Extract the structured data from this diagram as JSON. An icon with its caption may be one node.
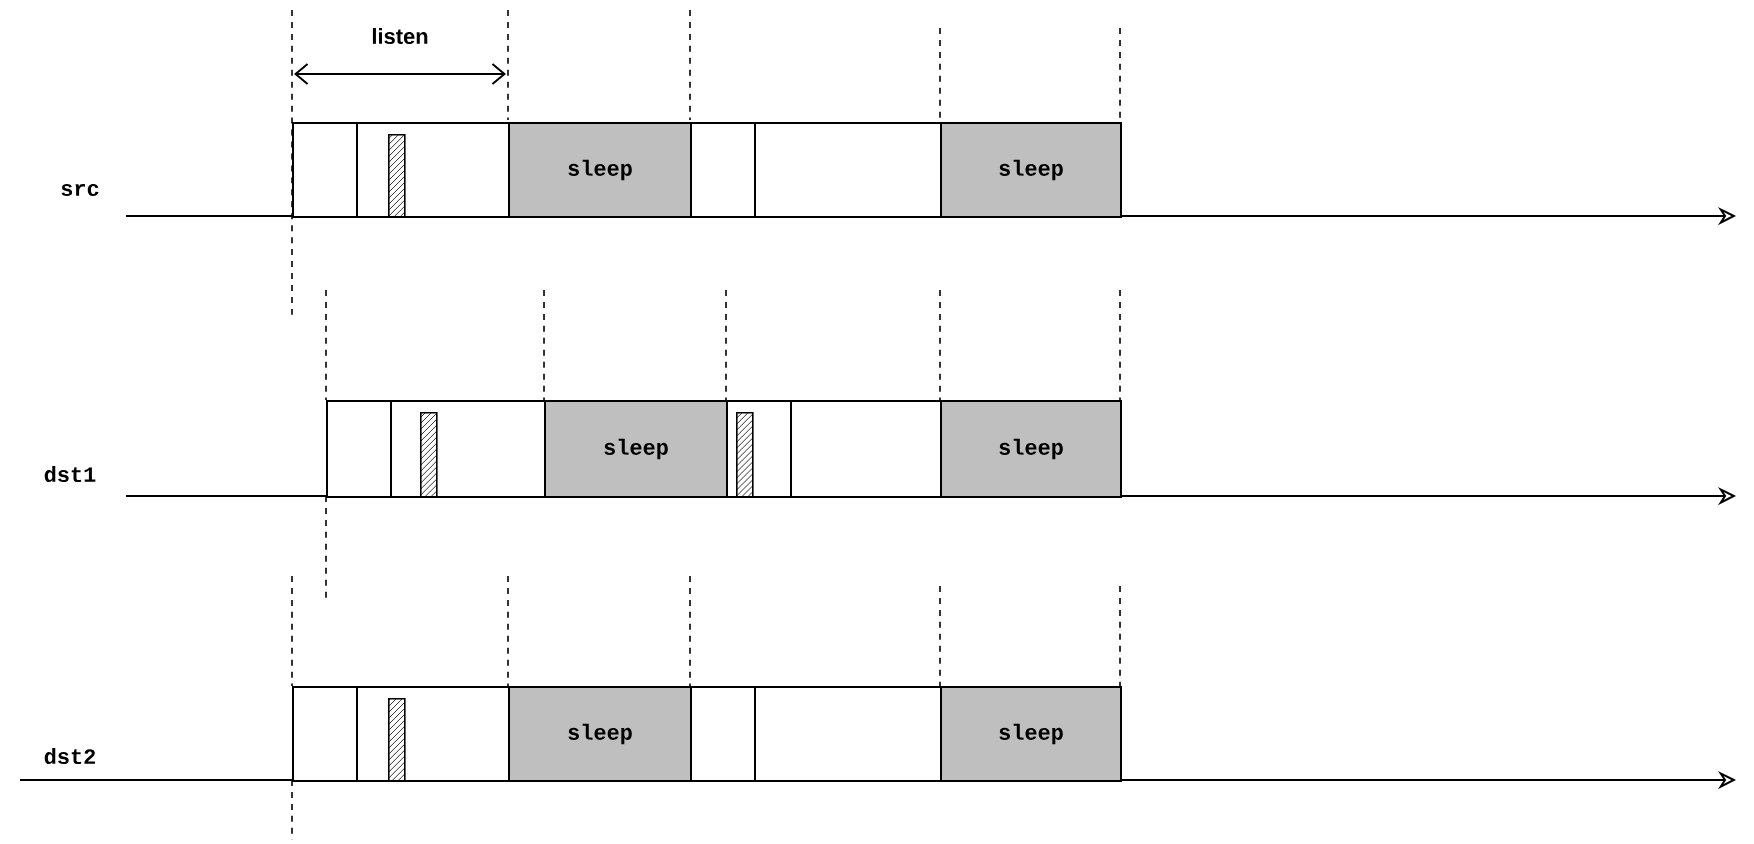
{
  "diagram": {
    "nodes": [
      {
        "text": [],
        "shape": "box"
      },
      {
        "text": [],
        "shape": "box"
      },
      {
        "text": [],
        "shape": "bar",
        "in": 1
      },
      {
        "text": [
          "sleep"
        ]
      },
      {
        "text": [],
        "shape": "box"
      },
      {
        "text": [],
        "shape": "box"
      },
      {
        "text": [
          "sleep"
        ]
      },
      {
        "text": [],
        "shape": "box"
      },
      {
        "text": [],
        "shape": "box"
      },
      {
        "text": [],
        "shape": "bar",
        "in": 8
      },
      {
        "text": [
          "sleep"
        ]
      },
      {
        "text": [],
        "shape": "box"
      },
      {
        "text": [],
        "shape": "bar",
        "in": 11
      },
      {
        "text": [],
        "shape": "box"
      },
      {
        "text": [
          "sleep"
        ]
      },
      {
        "text": [],
        "shape": "box"
      },
      {
        "text": [],
        "shape": "box"
      },
      {
        "text": [],
        "shape": "bar",
        "in": 16
      },
      {
        "text": [
          "sleep"
        ]
      },
      {
        "text": [],
        "shape": "box"
      },
      {
        "text": [],
        "shape": "box"
      },
      {
        "text": [
          "sleep"
        ]
      }
    ],
    "edges": [],
    "labels": [
      "listen",
      "src",
      "dst1",
      "dst2"
    ]
  }
}
